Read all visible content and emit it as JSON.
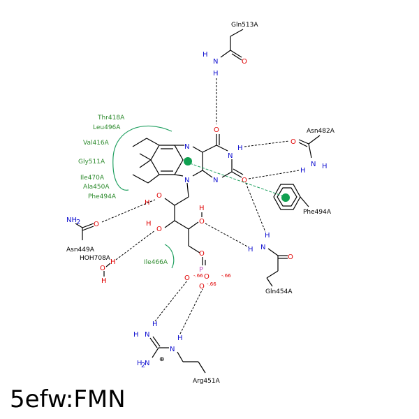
{
  "title": "5efw:FMN",
  "residues": {
    "gln513": "Gln513A",
    "asn482": "Asn482A",
    "phe494_ring": "Phe494A",
    "asn449": "Asn449A",
    "hoh708": "HOH708A",
    "gln454": "Gln454A",
    "arg451": "Arg451A"
  },
  "hydrophobic": {
    "thr418": "Thr418A",
    "leu496": "Leu496A",
    "val416": "Val416A",
    "gly511": "Gly511A",
    "ile470": "Ile470A",
    "ala450": "Ala450A",
    "phe494": "Phe494A",
    "ile466": "Ile466A"
  },
  "atoms": {
    "N": "N",
    "O": "O",
    "H": "H",
    "P": "P",
    "NH2": "NH",
    "sub2": "2",
    "H2N": "H",
    "sub2b": "N",
    "charge_plus": "⊕",
    "c66a": "-.66",
    "c66b": "-.66",
    "c66c": "-.66"
  },
  "colors": {
    "oxygen": "#e00000",
    "nitrogen": "#1010d0",
    "phosphorus": "#c050c0",
    "hydrophobic": "#2e8b2e",
    "pi_marker": "#10a050"
  }
}
